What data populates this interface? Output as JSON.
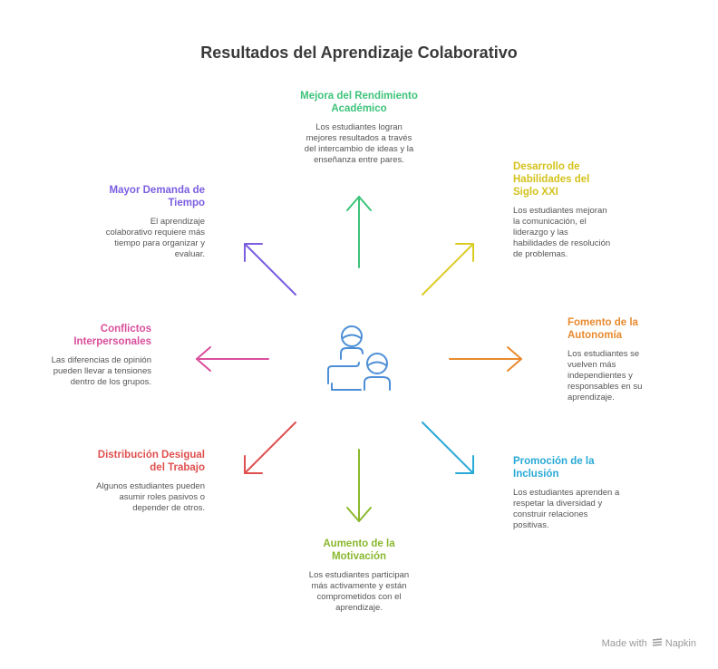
{
  "title": "Resultados del Aprendizaje Colaborativo",
  "center_icon": "two-people-collaborating-icon",
  "nodes": {
    "top": {
      "title": "Mejora del Rendimiento Académico",
      "desc": "Los estudiantes logran mejores resultados a través del intercambio de ideas y la enseñanza entre pares.",
      "color": "#3ec37a"
    },
    "top_right": {
      "title": "Desarrollo de Habilidades del Siglo XXI",
      "desc": "Los estudiantes mejoran la comunicación, el liderazgo y las habilidades de resolución de problemas.",
      "color": "#dccb26"
    },
    "right": {
      "title": "Fomento de la Autonomía",
      "desc": "Los estudiantes se vuelven más independientes y responsables en su aprendizaje.",
      "color": "#e88a2f"
    },
    "bottom_right": {
      "title": "Promoción de la Inclusión",
      "desc": "Los estudiantes aprenden a respetar la diversidad y construir relaciones positivas.",
      "color": "#28a9d6"
    },
    "bottom": {
      "title": "Aumento de la Motivación",
      "desc": "Los estudiantes participan más activamente y están comprometidos con el aprendizaje.",
      "color": "#8ab82e"
    },
    "bottom_left": {
      "title": "Distribución Desigual del Trabajo",
      "desc": "Algunos estudiantes pueden asumir roles pasivos o depender de otros.",
      "color": "#e04f4f"
    },
    "left": {
      "title": "Conflictos Interpersonales",
      "desc": "Las diferencias de opinión pueden llevar a tensiones dentro de los grupos.",
      "color": "#d94f9c"
    },
    "top_left": {
      "title": "Mayor Demanda de Tiempo",
      "desc": "El aprendizaje colaborativo requiere más tiempo para organizar y evaluar.",
      "color": "#7b5ee0"
    }
  },
  "footer": {
    "made_with": "Made with",
    "brand": "Napkin"
  }
}
